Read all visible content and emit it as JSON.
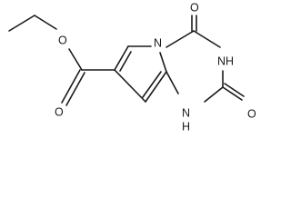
{
  "molecule": {
    "atoms": {
      "ring_nitrogen": "N",
      "ester_oxygen": "O",
      "ester_carbonyl_oxygen": "O",
      "upper_carbonyl_oxygen": "O",
      "right_carbonyl_oxygen": "O",
      "nh_upper": "NH",
      "nh_lower_left": "H",
      "nh_lower_right": "N"
    }
  }
}
